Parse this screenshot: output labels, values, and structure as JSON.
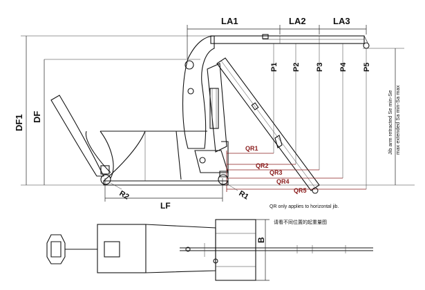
{
  "dimensions": {
    "la1": "LA1",
    "la2": "LA2",
    "la3": "LA3",
    "df1": "DF1",
    "df": "DF",
    "lf": "LF",
    "b": "B",
    "r1": "R1",
    "r2": "R2"
  },
  "positions": {
    "p1": "P1",
    "p2": "P2",
    "p3": "P3",
    "p4": "P4",
    "p5": "P5"
  },
  "reach_lines": {
    "qr1": "QR1",
    "qr2": "QR2",
    "qr3": "QR3",
    "qr4": "QR4",
    "qr5": "QR5"
  },
  "side_note": {
    "line1": "Jib arm retracted Se min-Se",
    "line2": "max extended Sa min-Sa max"
  },
  "notes": {
    "qr_note": "QR only applies to horizontal jib.",
    "chinese_note": "请看不同位置的起重量图"
  },
  "colors": {
    "line": "#111111",
    "reach": "#8a1c1c"
  }
}
